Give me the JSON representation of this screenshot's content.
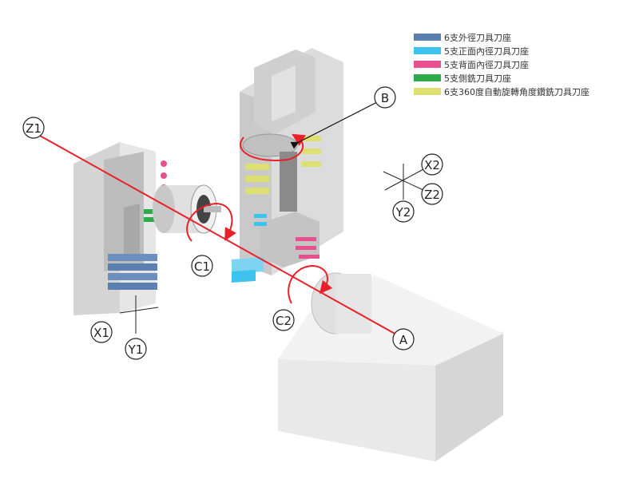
{
  "legend": {
    "items": [
      {
        "label": "6支外徑刀具刀座",
        "color": "#5b7fb0"
      },
      {
        "label": "5支正面內徑刀具刀座",
        "color": "#3ec3ef"
      },
      {
        "label": "5支背面內徑刀具刀座",
        "color": "#e8508f"
      },
      {
        "label": "5支側銑刀具刀座",
        "color": "#2faa4a"
      },
      {
        "label": "6支360度自動旋轉角度鑽銑刀具刀座",
        "color": "#dde070"
      }
    ]
  },
  "labels": {
    "z1": "Z1",
    "b": "B",
    "x2": "X2",
    "z2": "Z2",
    "y2": "Y2",
    "c1": "C1",
    "x1": "X1",
    "y1": "Y1",
    "c2": "C2",
    "a": "A"
  },
  "colors": {
    "axis_line": "#e8202a",
    "machine_gray": "#d9d9d9"
  }
}
